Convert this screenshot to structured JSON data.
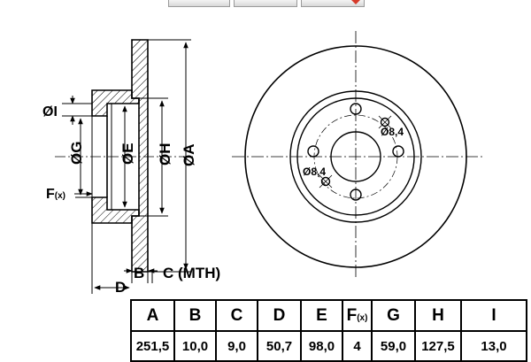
{
  "tab_buttons": [
    "tab-1",
    "tab-2",
    "tab-3-active"
  ],
  "side_view": {
    "dim_A": "ØA",
    "dim_B": "B",
    "dim_C": "C (MTH)",
    "dim_D": "D",
    "dim_E": "ØE",
    "dim_F": "F",
    "dim_F_sub": "(x)",
    "dim_G": "ØG",
    "dim_H": "ØH",
    "dim_I": "ØI"
  },
  "front_view": {
    "hole_label_1": "Ø8,4",
    "hole_label_2": "Ø8,4"
  },
  "table": {
    "headers": [
      "A",
      "B",
      "C",
      "D",
      "E",
      "F",
      "G",
      "H",
      "I"
    ],
    "f_sub": "(x)",
    "values": [
      "251,5",
      "10,0",
      "9,0",
      "50,7",
      "98,0",
      "4",
      "59,0",
      "127,5",
      "13,0"
    ]
  },
  "colors": {
    "line": "#000000",
    "hatch": "#000000",
    "background": "#ffffff",
    "tab_accent": "#d63a2a"
  }
}
